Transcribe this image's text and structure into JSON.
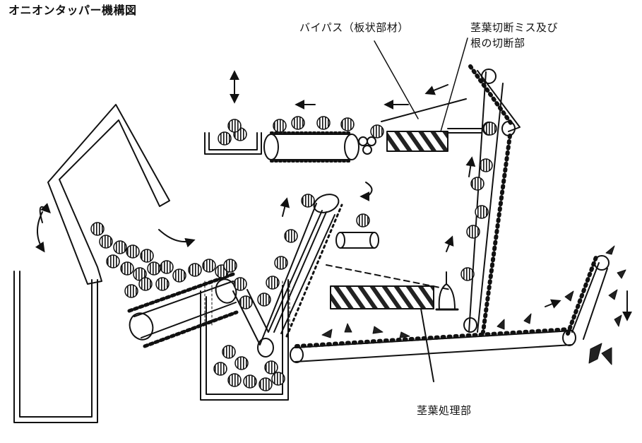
{
  "diagram": {
    "title": "オニオンタッパー機構図",
    "labels": {
      "bypass": "バイパス（板状部材）",
      "cutter_line1": "茎葉切断ミス及び",
      "cutter_line2": "根の切断部",
      "stem_leaf": "茎葉処理部"
    }
  }
}
